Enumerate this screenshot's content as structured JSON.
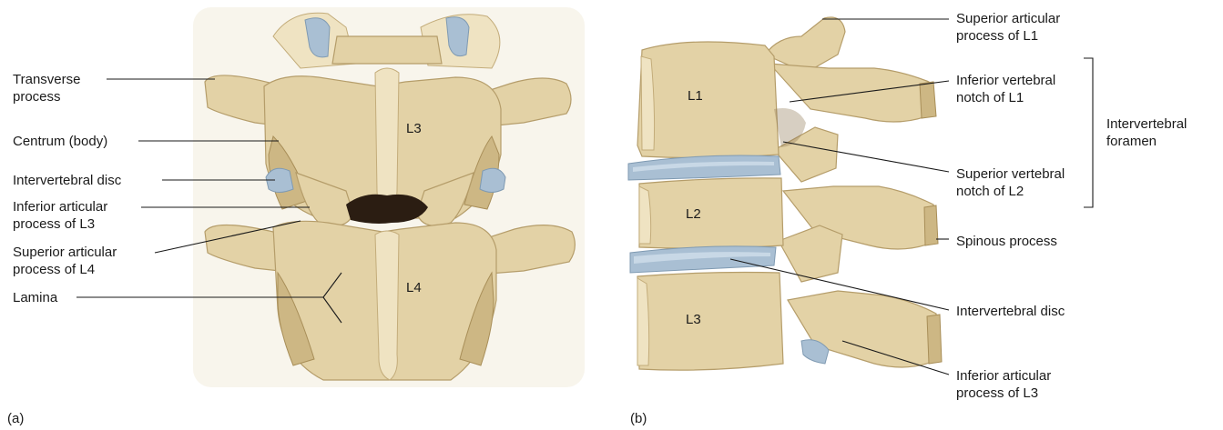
{
  "panel_a": {
    "tag": "(a)",
    "vertebra_labels": {
      "upper": "L3",
      "lower": "L4"
    },
    "labels": {
      "transverse": "Transverse\nprocess",
      "centrum": "Centrum (body)",
      "disc": "Intervertebral disc",
      "inferior_articular": "Inferior articular\nprocess of L3",
      "superior_articular": "Superior articular\nprocess of L4",
      "lamina": "Lamina"
    }
  },
  "panel_b": {
    "tag": "(b)",
    "vertebra_labels": {
      "v1": "L1",
      "v2": "L2",
      "v3": "L3"
    },
    "labels": {
      "sup_art_l1": "Superior articular\nprocess of L1",
      "inf_notch_l1": "Inferior vertebral\nnotch of L1",
      "foramen": "Intervertebral\nforamen",
      "sup_notch_l2": "Superior vertebral\nnotch of L2",
      "spinous": "Spinous process",
      "disc": "Intervertebral disc",
      "inf_art_l3": "Inferior articular\nprocess of L3"
    }
  },
  "colors": {
    "bone": "#e3d2a6",
    "disc": "#a9bfd3",
    "leader": "#1a1a1a"
  }
}
